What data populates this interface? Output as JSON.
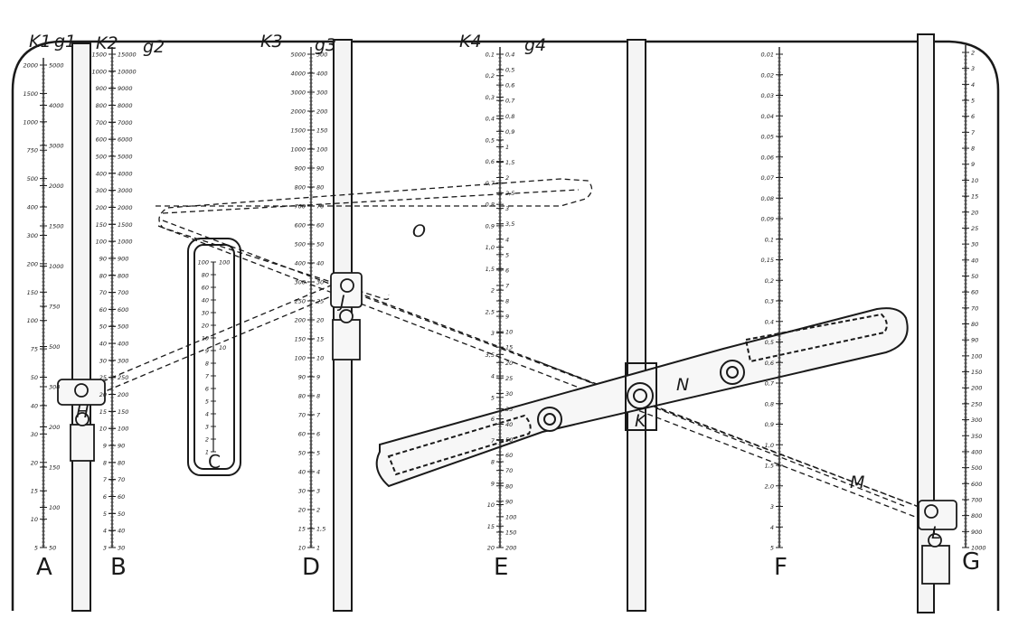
{
  "scales": [
    {
      "letter": "A",
      "heads": [
        "K1",
        "g1"
      ],
      "left": [
        "2000",
        "1500",
        "1000",
        "750",
        "500",
        "400",
        "300",
        "200",
        "150",
        "100",
        "75",
        "50",
        "40",
        "30",
        "20",
        "15",
        "10",
        "5"
      ],
      "right": [
        "5000",
        "4000",
        "3000",
        "2000",
        "1500",
        "1000",
        "750",
        "500",
        "300",
        "200",
        "150",
        "100",
        "50"
      ]
    },
    {
      "letter": "B",
      "heads": [
        "K2",
        "g2"
      ],
      "left": [
        "1500",
        "1000",
        "900",
        "800",
        "700",
        "600",
        "500",
        "400",
        "300",
        "200",
        "150",
        "100",
        "90",
        "80",
        "70",
        "60",
        "50",
        "40",
        "30",
        "25",
        "20",
        "15",
        "10",
        "9",
        "8",
        "7",
        "6",
        "5",
        "4",
        "3"
      ],
      "right": [
        "15000",
        "10000",
        "9000",
        "8000",
        "7000",
        "6000",
        "5000",
        "4000",
        "3000",
        "2000",
        "1500",
        "1000",
        "900",
        "800",
        "700",
        "600",
        "500",
        "400",
        "300",
        "250",
        "200",
        "150",
        "100",
        "90",
        "80",
        "70",
        "60",
        "50",
        "40",
        "30"
      ]
    },
    {
      "letter": "D",
      "heads": [
        "K3",
        "g3"
      ],
      "left": [
        "5000",
        "4000",
        "3000",
        "2000",
        "1500",
        "1000",
        "900",
        "800",
        "700",
        "600",
        "500",
        "400",
        "300",
        "250",
        "200",
        "150",
        "100",
        "90",
        "80",
        "70",
        "60",
        "50",
        "40",
        "30",
        "20",
        "15",
        "10"
      ],
      "right": [
        "500",
        "400",
        "300",
        "200",
        "150",
        "100",
        "90",
        "80",
        "70",
        "60",
        "50",
        "40",
        "30",
        "25",
        "20",
        "15",
        "10",
        "9",
        "8",
        "7",
        "6",
        "5",
        "4",
        "3",
        "2",
        "1,5",
        "1"
      ]
    },
    {
      "letter": "E",
      "heads": [
        "K4",
        "g4"
      ],
      "left": [
        "0,1",
        "0,2",
        "0,3",
        "0,4",
        "0,5",
        "0,6",
        "0,7",
        "0,8",
        "0,9",
        "1,0",
        "1,5",
        "2",
        "2,5",
        "3",
        "3,5",
        "4",
        "5",
        "6",
        "7",
        "8",
        "9",
        "10",
        "15",
        "20"
      ],
      "right": [
        "0,4",
        "0,5",
        "0,6",
        "0,7",
        "0,8",
        "0,9",
        "1",
        "1,5",
        "2",
        "2,5",
        "3",
        "3,5",
        "4",
        "5",
        "6",
        "7",
        "8",
        "9",
        "10",
        "15",
        "20",
        "25",
        "30",
        "35",
        "40",
        "50",
        "60",
        "70",
        "80",
        "90",
        "100",
        "150",
        "200"
      ]
    },
    {
      "letter": "F",
      "heads": [],
      "left": [
        "0,01",
        "0,02",
        "0,03",
        "0,04",
        "0,05",
        "0,06",
        "0,07",
        "0,08",
        "0,09",
        "0,1",
        "0,15",
        "0,2",
        "0,3",
        "0,4",
        "0,5",
        "0,6",
        "0,7",
        "0,8",
        "0,9",
        "1,0",
        "1,5",
        "2,0",
        "3",
        "4",
        "5"
      ],
      "right": []
    },
    {
      "letter": "G",
      "heads": [],
      "left": [],
      "right": [
        "2",
        "3",
        "4",
        "5",
        "6",
        "7",
        "8",
        "9",
        "10",
        "15",
        "20",
        "25",
        "30",
        "40",
        "50",
        "60",
        "70",
        "80",
        "90",
        "100",
        "150",
        "200",
        "250",
        "300",
        "350",
        "400",
        "500",
        "600",
        "700",
        "800",
        "900",
        "1000"
      ]
    }
  ],
  "scale_c": {
    "letter": "C",
    "labels": [
      "100",
      "80",
      "60",
      "40",
      "30",
      "20",
      "10",
      "9",
      "8",
      "7",
      "6",
      "5",
      "4",
      "3",
      "2",
      "1"
    ],
    "right": [
      "100",
      "10"
    ]
  },
  "parts": {
    "H": "H",
    "J": "J",
    "K": "K",
    "L": "L",
    "M": "M",
    "N": "N",
    "O": "O"
  }
}
